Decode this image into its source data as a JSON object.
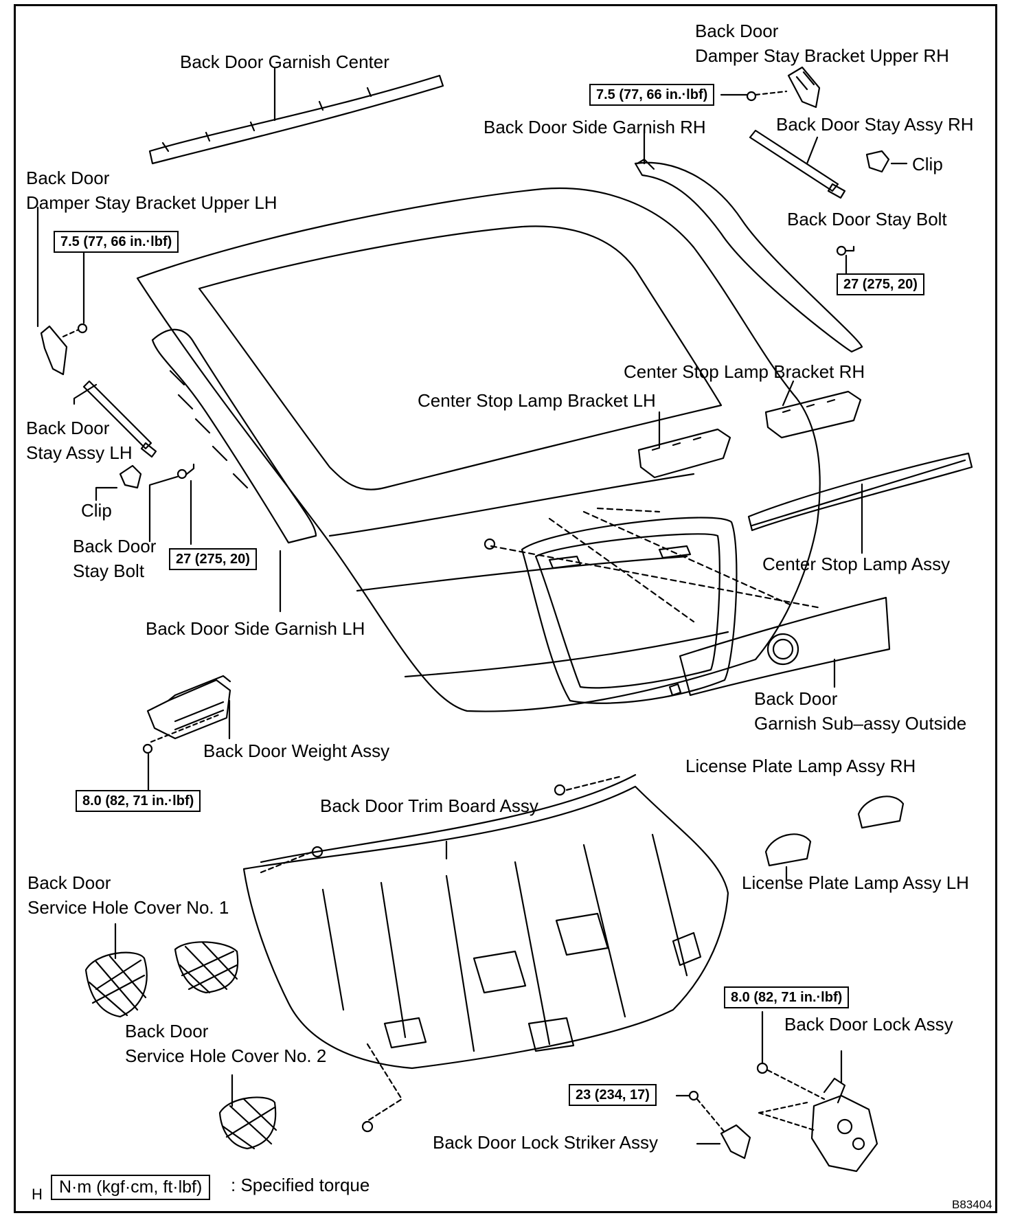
{
  "labels": {
    "garnish_center": "Back Door Garnish Center",
    "damper_rh_1": "Back Door",
    "damper_rh_2": "Damper Stay Bracket Upper RH",
    "side_garnish_rh": "Back Door Side Garnish RH",
    "stay_rh": "Back Door Stay Assy RH",
    "clip_rh": "Clip",
    "damper_lh_1": "Back Door",
    "damper_lh_2": "Damper Stay Bracket Upper LH",
    "stay_bolt_rh": "Back Door Stay Bolt",
    "lamp_bracket_rh": "Center Stop Lamp Bracket RH",
    "lamp_bracket_lh": "Center Stop Lamp Bracket LH",
    "stay_lh_1": "Back Door",
    "stay_lh_2": "Stay Assy LH",
    "clip_lh": "Clip",
    "stay_bolt_lh_1": "Back Door",
    "stay_bolt_lh_2": "Stay Bolt",
    "center_lamp": "Center Stop Lamp Assy",
    "side_garnish_lh": "Back Door Side Garnish LH",
    "garnish_outside_1": "Back Door",
    "garnish_outside_2": "Garnish Sub–assy Outside",
    "weight": "Back Door Weight Assy",
    "lic_rh": "License Plate Lamp Assy RH",
    "trim_board": "Back Door Trim Board Assy",
    "lic_lh": "License Plate Lamp Assy LH",
    "service1_1": "Back Door",
    "service1_2": "Service Hole Cover No. 1",
    "service2_1": "Back Door",
    "service2_2": "Service Hole Cover No. 2",
    "lock": "Back Door Lock Assy",
    "striker": "Back Door Lock Striker Assy"
  },
  "torques": {
    "damper_rh": "7.5 (77, 66 in.·lbf)",
    "damper_lh": "7.5 (77, 66 in.·lbf)",
    "stay_bolt_rh": "27 (275, 20)",
    "stay_bolt_lh": "27 (275, 20)",
    "weight": "8.0 (82, 71 in.·lbf)",
    "lock": "8.0 (82, 71 in.·lbf)",
    "striker": "23 (234, 17)"
  },
  "legend": {
    "marker": "H",
    "units": "N·m (kgf·cm, ft·lbf)",
    "text": ": Specified torque"
  },
  "figure_code": "B83404"
}
